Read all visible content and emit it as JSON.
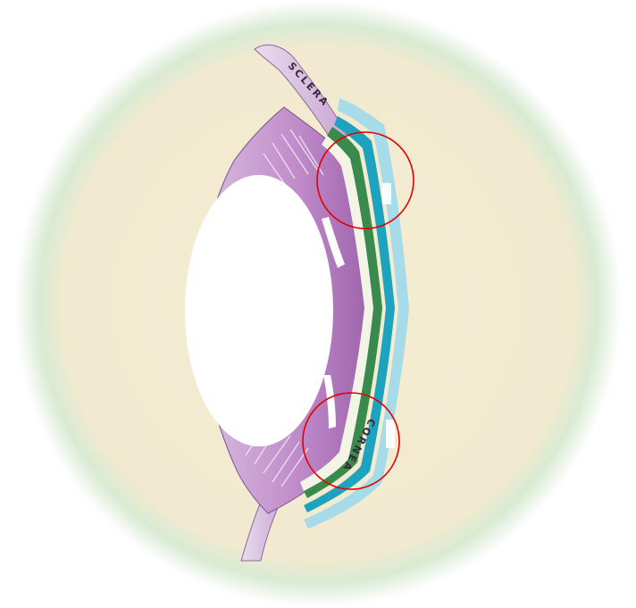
{
  "labels": {
    "sclera": "SCLERA",
    "cornea": "CORNEA"
  },
  "colors": {
    "background_disc": "#f5edd2",
    "outer_glow": "#cfe6cf",
    "tissue_purple": "#bf8ec8",
    "tissue_purple_dark": "#9a5fa8",
    "tissue_light": "#e6d4ec",
    "lens_white": "#ffffff",
    "layer_green": "#3a8a4e",
    "layer_teal": "#1ea3bf",
    "layer_light_blue": "#a7dbea",
    "highlight_circle": "#e00000"
  },
  "highlights": [
    {
      "target": "upper-cornea-edge"
    },
    {
      "target": "lower-cornea-edge"
    }
  ]
}
